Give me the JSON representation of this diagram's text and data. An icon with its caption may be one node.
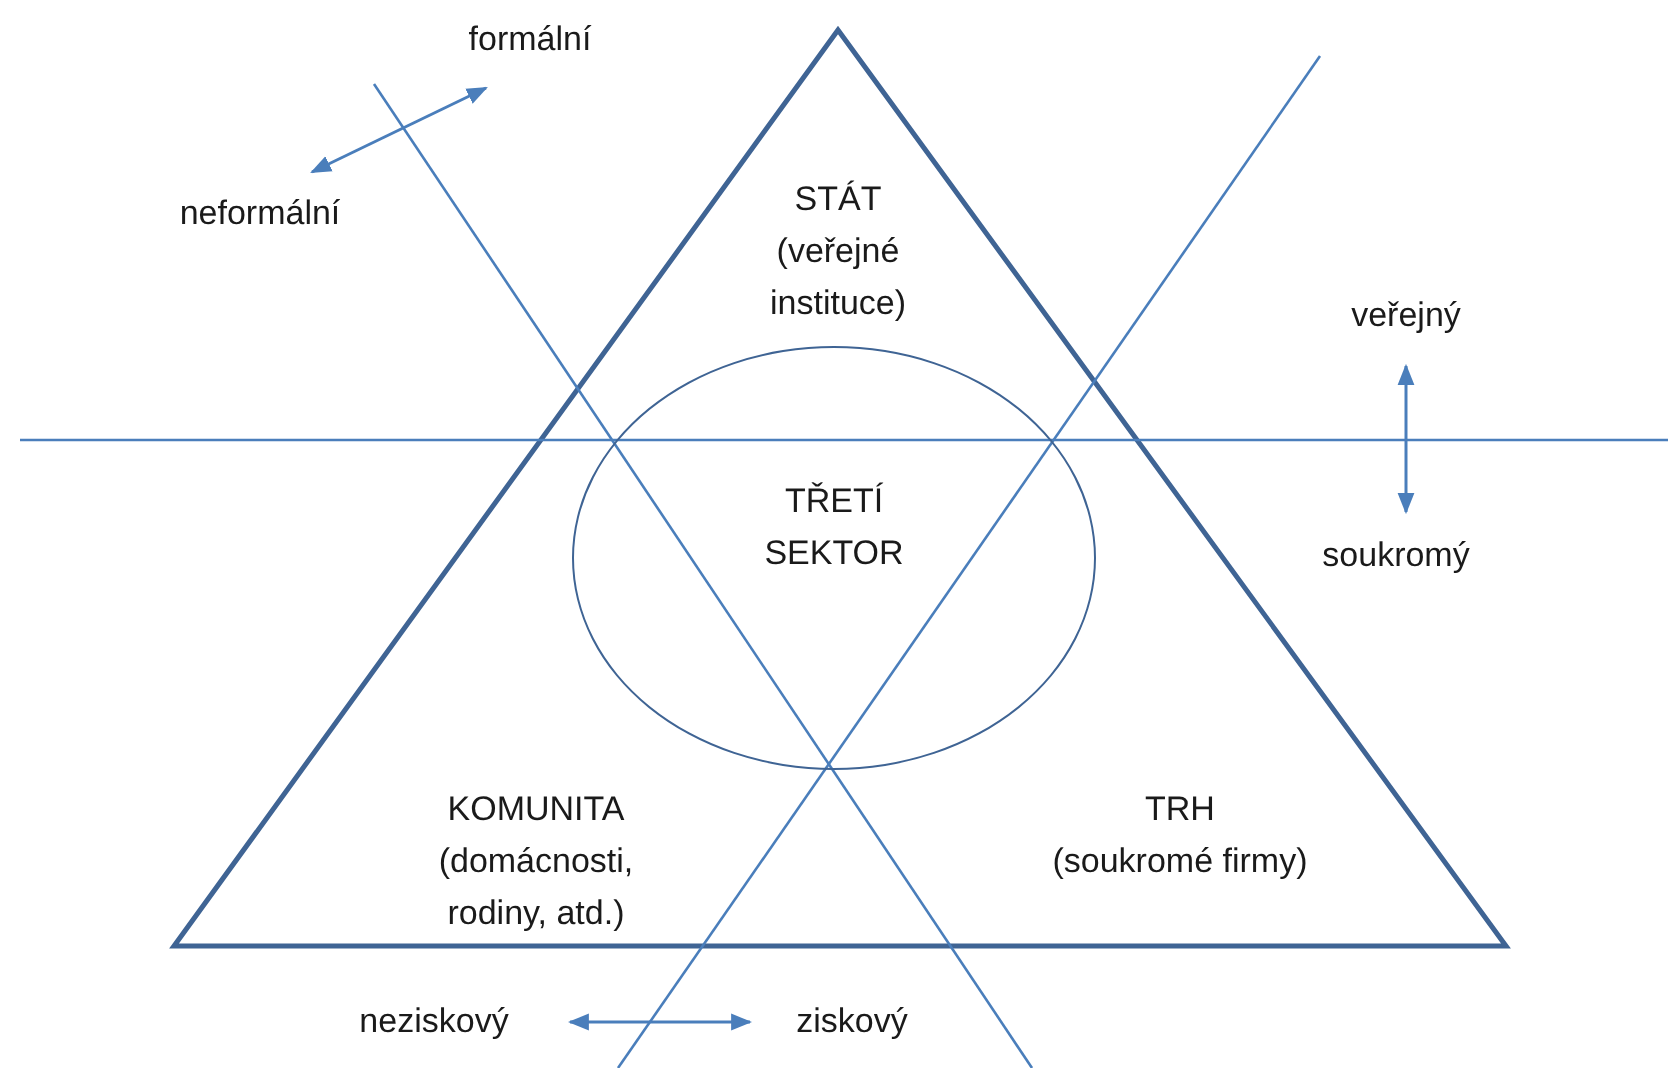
{
  "diagram": {
    "nodes": [
      {
        "text": [
          "STÁT",
          "(veřejné instituce)"
        ]
      },
      {
        "text": [
          "TŘETÍ SEKTOR"
        ]
      },
      {
        "text": [
          "KOMUNITA",
          "(domácnosti, rodiny, atd.)"
        ]
      },
      {
        "text": [
          "TRH",
          "(soukromé firmy)"
        ]
      }
    ],
    "edges": [],
    "labels": [
      "formální",
      "neformální",
      "veřejný",
      "soukromý",
      "neziskový",
      "ziskový"
    ]
  }
}
